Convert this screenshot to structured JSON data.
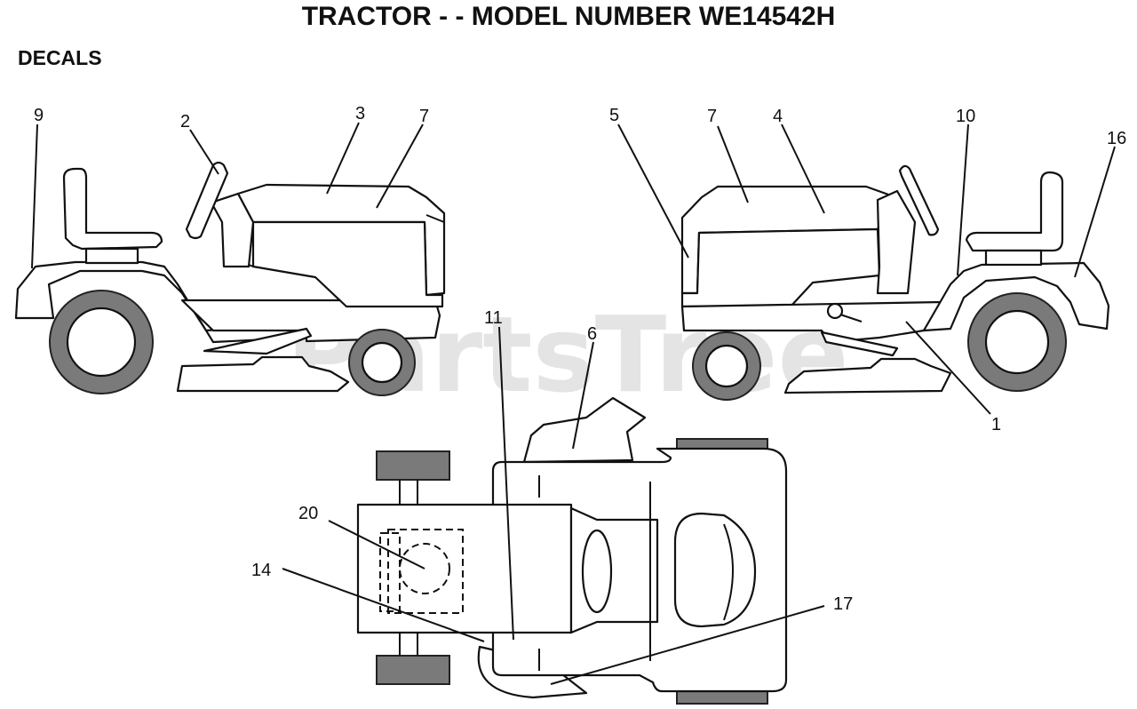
{
  "header": {
    "title": "TRACTOR - - MODEL NUMBER WE14542H",
    "subtitle": "DECALS"
  },
  "watermark": "PartsTree",
  "callouts": {
    "left_view": [
      "9",
      "2",
      "3",
      "7"
    ],
    "right_view": [
      "5",
      "7",
      "4",
      "10",
      "16",
      "1"
    ],
    "top_view": [
      "11",
      "6",
      "20",
      "14",
      "17"
    ]
  }
}
